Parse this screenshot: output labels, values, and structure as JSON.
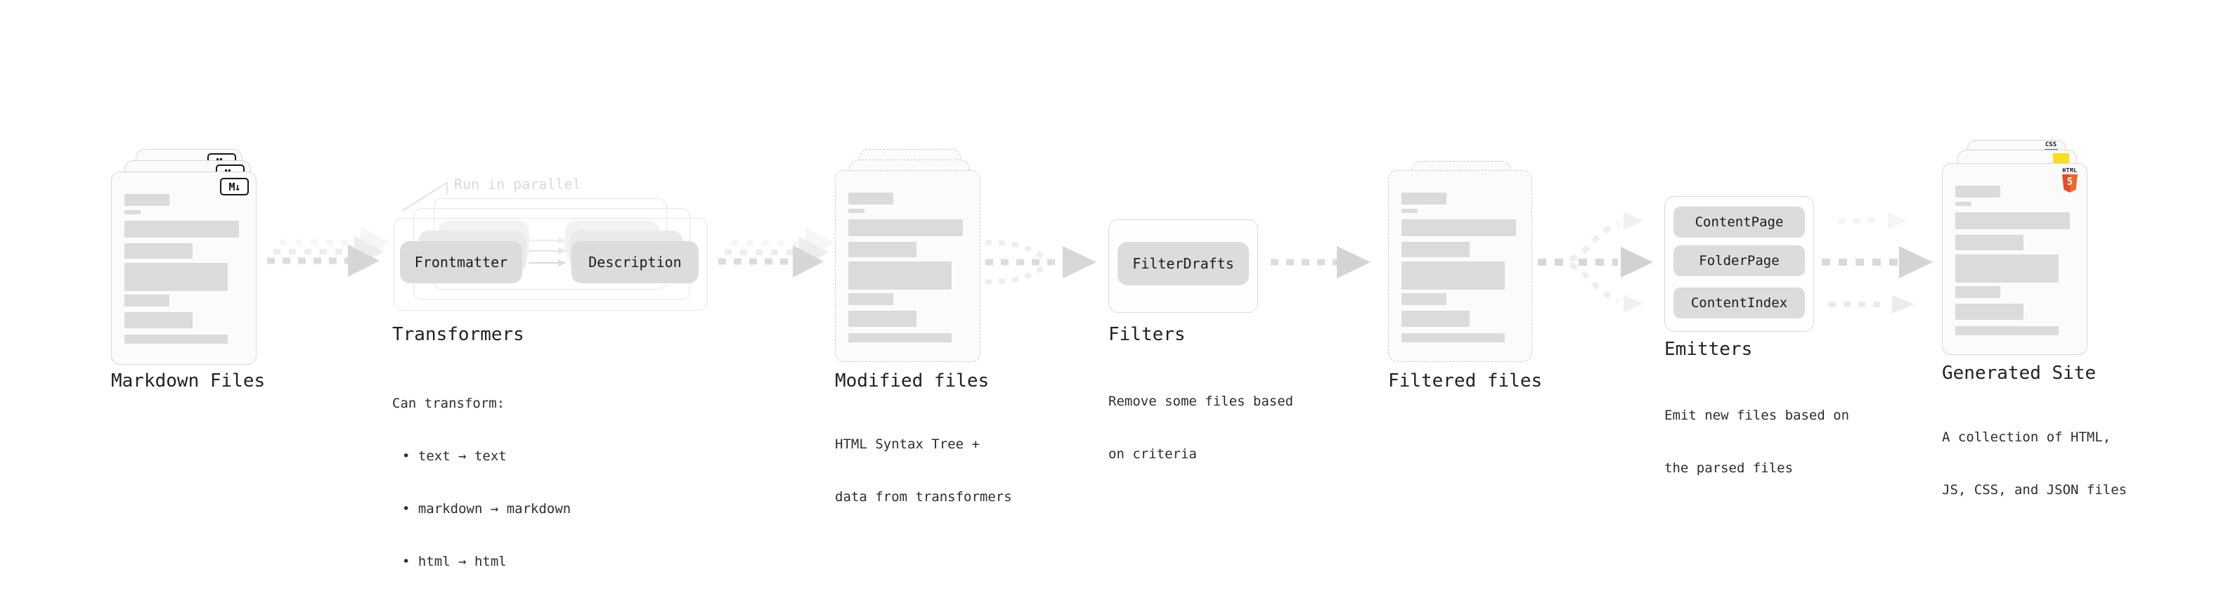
{
  "icons": {
    "markdown": "M↓",
    "css_text": "CSS",
    "html5_text": "HTML",
    "html5_number": "5"
  },
  "stages": {
    "markdown_files": {
      "label": "Markdown Files"
    },
    "transformers": {
      "label": "Transformers",
      "annotation": "Run in parallel",
      "pill_left": "Frontmatter",
      "pill_right": "Description",
      "desc_lines": [
        "Can transform:",
        "• text → text",
        "• markdown → markdown",
        "• html → html"
      ]
    },
    "modified_files": {
      "label": "Modified files",
      "desc_lines": [
        "HTML Syntax Tree +",
        "data from transformers"
      ]
    },
    "filters": {
      "label": "Filters",
      "pill": "FilterDrafts",
      "desc_lines": [
        "Remove some files based",
        "on criteria"
      ]
    },
    "filtered_files": {
      "label": "Filtered files"
    },
    "emitters": {
      "label": "Emitters",
      "pills": [
        "ContentPage",
        "FolderPage",
        "ContentIndex"
      ],
      "desc_lines": [
        "Emit new files based on",
        "the parsed files"
      ]
    },
    "generated_site": {
      "label": "Generated Site",
      "desc_lines": [
        "A collection of HTML,",
        "JS, CSS, and JSON files"
      ]
    }
  },
  "doc_card_bars": [
    {
      "w": 64,
      "h": 17,
      "mt": 31
    },
    {
      "w": 23,
      "h": 6,
      "mt": 6
    },
    {
      "w": 163,
      "h": 24,
      "mt": 9
    },
    {
      "w": 97,
      "h": 22,
      "mt": 8
    },
    {
      "w": 147,
      "h": 40,
      "mt": 6
    },
    {
      "w": 64,
      "h": 17,
      "mt": 5
    },
    {
      "w": 97,
      "h": 23,
      "mt": 8
    },
    {
      "w": 147,
      "h": 13,
      "mt": 9
    }
  ],
  "colors": {
    "card_border": "#d7d7d7",
    "placeholder_bar": "#dbdbdb",
    "pill": "#dcdcdc",
    "arrow_main": "#dcdcdc",
    "arrow_light": "#ededed",
    "annotation": "#d9d9d9",
    "html5_orange": "#e44d26",
    "js_yellow": "#f7df1e",
    "css_blue": "#2b63e6",
    "ink": "#212121"
  }
}
